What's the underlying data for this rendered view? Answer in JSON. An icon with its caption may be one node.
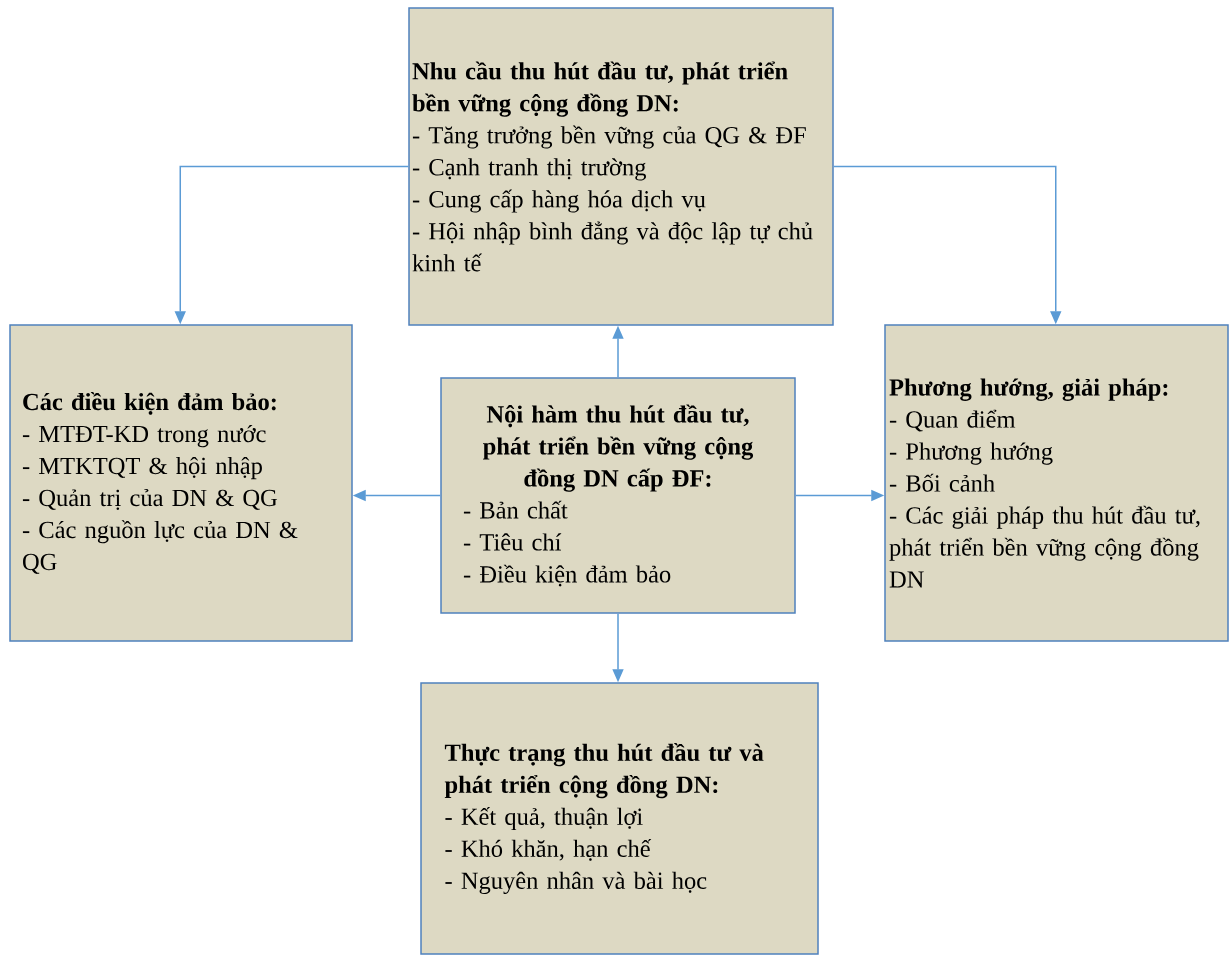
{
  "diagram": {
    "nodes": [
      {
        "text": [
          "Nhu cầu thu hút đầu tư, phát triển bền vững cộng đồng DN:",
          "- Tăng trưởng bền vững của QG & ĐF",
          "- Cạnh tranh thị trường",
          "- Cung cấp hàng hóa dịch vụ",
          "- Hội nhập bình đẳng và độc lập tự chủ kinh tế"
        ]
      },
      {
        "text": [
          "Các điều kiện đảm bảo:",
          "- MTĐT-KD trong nước",
          "- MTKTQT & hội nhập",
          "- Quản trị của DN & QG",
          "- Các nguồn lực của DN & QG"
        ]
      },
      {
        "text": [
          "Nội hàm thu hút đầu tư, phát triển bền vững cộng đồng DN cấp ĐF:",
          "- Bản chất",
          "- Tiêu chí",
          "- Điều kiện đảm bảo"
        ]
      },
      {
        "text": [
          "Phương hướng, giải pháp:",
          "- Quan điểm",
          "- Phương hướng",
          "- Bối cảnh",
          "- Các giải pháp thu hút đầu tư, phát triển bền vững cộng đồng DN"
        ]
      },
      {
        "text": [
          "Thực trạng thu hút đầu tư và phát triển cộng đồng DN:",
          "- Kết quả, thuận lợi",
          "- Khó khăn, hạn chế",
          "- Nguyên nhân và bài học"
        ]
      }
    ],
    "edges": [
      {
        "from": 2,
        "to": 0,
        "arrow": "to"
      },
      {
        "from": 2,
        "to": 1,
        "arrow": "to"
      },
      {
        "from": 2,
        "to": 3,
        "arrow": "to"
      },
      {
        "from": 2,
        "to": 4,
        "arrow": "to"
      },
      {
        "from": 0,
        "to": 1,
        "arrow": "to"
      },
      {
        "from": 0,
        "to": 3,
        "arrow": "to"
      }
    ]
  }
}
